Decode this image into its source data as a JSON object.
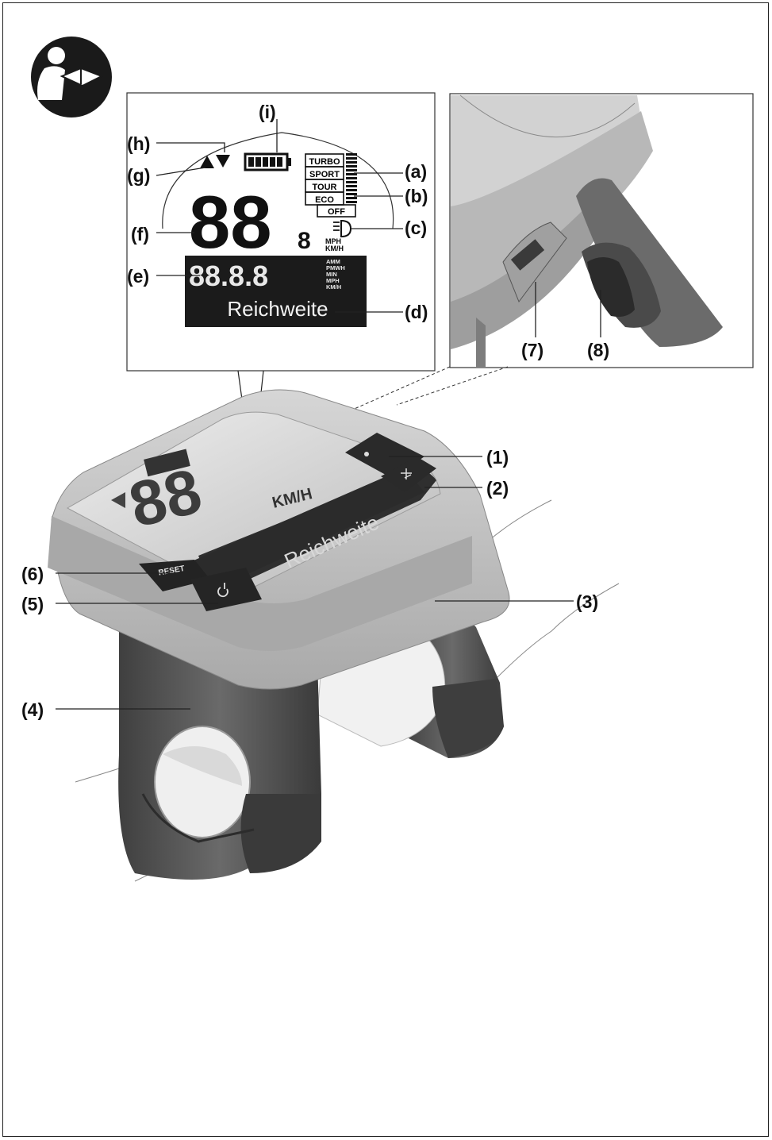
{
  "display": {
    "segment_big": "88",
    "segment_small": "8",
    "segment_row": "88.8.8",
    "speed_units": [
      "MPH",
      "KM/H"
    ],
    "row_units": [
      "AMM",
      "PMWH",
      "MIN",
      "MPH",
      "KM/H"
    ],
    "text_line": "Reichweite",
    "modes": [
      "TURBO",
      "SPORT",
      "TOUR",
      "ECO",
      "OFF"
    ]
  },
  "device": {
    "reset_label": "RESET",
    "text_line": "Reichweite",
    "speed_unit": "KM/H"
  },
  "callouts": {
    "a": "(a)",
    "b": "(b)",
    "c": "(c)",
    "d": "(d)",
    "e": "(e)",
    "f": "(f)",
    "g": "(g)",
    "h": "(h)",
    "i": "(i)",
    "n1": "(1)",
    "n2": "(2)",
    "n3": "(3)",
    "n4": "(4)",
    "n5": "(5)",
    "n6": "(6)",
    "n7": "(7)",
    "n8": "(8)"
  },
  "icons": [
    "read-manual-icon",
    "battery-icon",
    "light-icon",
    "power-icon",
    "info-icon",
    "arrow-up-icon",
    "arrow-down-icon"
  ],
  "colors": {
    "lcd_dark": "#1b1b1b",
    "device_body": "#c9c9c9",
    "clamp": "#555555",
    "badge": "#1a1a1a"
  }
}
